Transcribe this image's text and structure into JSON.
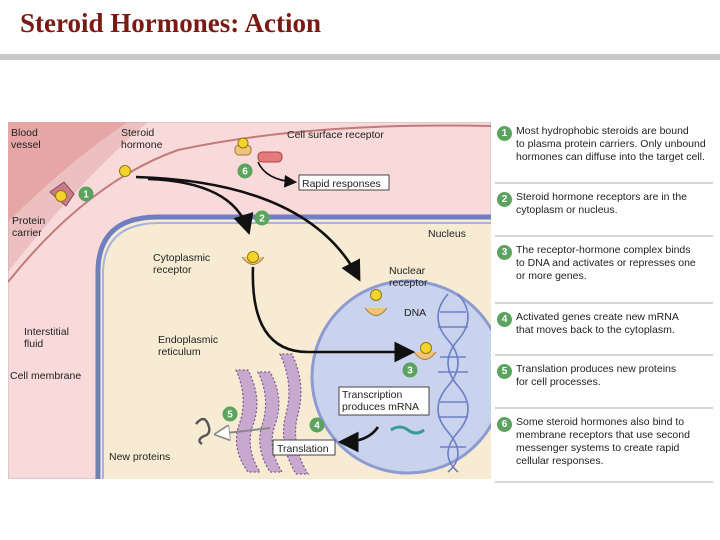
{
  "slide": {
    "title": "Steroid Hormones: Action"
  },
  "diagram": {
    "labels": {
      "blood_vessel": [
        "Blood",
        "vessel"
      ],
      "steroid_hormone": [
        "Steroid",
        "hormone"
      ],
      "cell_surface_receptor": "Cell surface receptor",
      "rapid_responses": "Rapid responses",
      "protein_carrier": [
        "Protein",
        "carrier"
      ],
      "cytoplasmic_receptor": [
        "Cytoplasmic",
        "receptor"
      ],
      "nucleus": "Nucleus",
      "nuclear_receptor": [
        "Nuclear",
        "receptor"
      ],
      "dna": "DNA",
      "interstitial_fluid": [
        "Interstitial",
        "fluid"
      ],
      "cell_membrane": "Cell membrane",
      "endoplasmic_reticulum": [
        "Endoplasmic",
        "reticulum"
      ],
      "transcription": [
        "Transcription",
        "produces mRNA"
      ],
      "translation": "Translation",
      "new_proteins": "New proteins"
    },
    "step_badges": [
      "1",
      "2",
      "3",
      "4",
      "5",
      "6"
    ]
  },
  "steps": [
    {
      "num": "1",
      "lines": [
        "Most hydrophobic steroids are bound",
        "to plasma protein carriers. Only unbound",
        "hormones can diffuse into the target cell."
      ]
    },
    {
      "num": "2",
      "lines": [
        "Steroid hormone receptors are in the",
        "cytoplasm or nucleus."
      ]
    },
    {
      "num": "3",
      "lines": [
        "The receptor-hormone complex binds",
        "to DNA and activates or represses one",
        "or more genes."
      ]
    },
    {
      "num": "4",
      "lines": [
        "Activated genes create new mRNA",
        "that moves back to the cytoplasm."
      ]
    },
    {
      "num": "5",
      "lines": [
        "Translation produces new proteins",
        "for cell processes."
      ]
    },
    {
      "num": "6",
      "lines": [
        "Some steroid hormones also bind to",
        "membrane receptors that use second",
        "messenger systems to create rapid",
        "cellular responses."
      ]
    }
  ],
  "colors": {
    "title": "#7a1a14",
    "badge": "#5ba35f",
    "hormone": "#f3d32c",
    "receptor": "#f0c27a",
    "nucleus": "#c9d3ee",
    "vessel": "#e6a6a6",
    "er": "#c8a8cf",
    "cytoplasm": "#f7ecd3"
  }
}
